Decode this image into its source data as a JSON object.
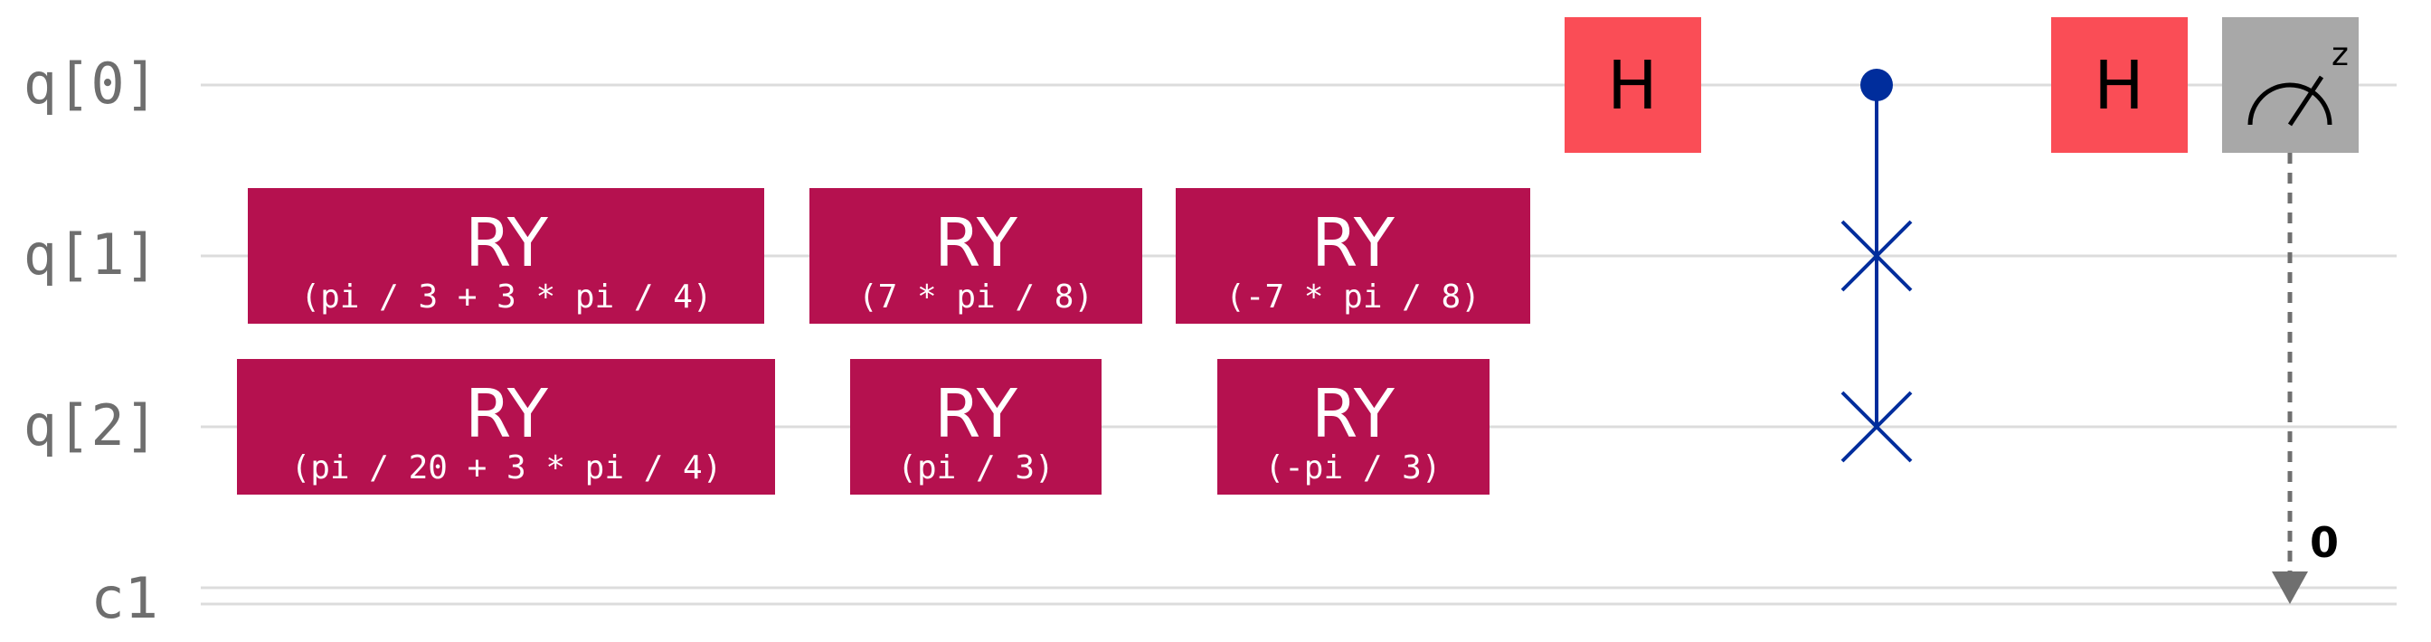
{
  "colors": {
    "background": "#ffffff",
    "wire": "#dcdcdc",
    "wire_label": "#6e6e6e",
    "ry_gate": "#b5114f",
    "h_gate": "#fa4d56",
    "control": "#002d9c",
    "measure": "#a8a8a8",
    "measure_line": "#6f6f6f"
  },
  "wires": {
    "q0": "q[0]",
    "q1": "q[1]",
    "q2": "q[2]",
    "c1": "c1"
  },
  "gates": {
    "ry_q1_a": {
      "name": "RY",
      "param": "(pi / 3 + 3 * pi / 4)"
    },
    "ry_q1_b": {
      "name": "RY",
      "param": "(7 * pi / 8)"
    },
    "ry_q1_c": {
      "name": "RY",
      "param": "(-7 * pi / 8)"
    },
    "ry_q2_a": {
      "name": "RY",
      "param": "(pi / 20 + 3 * pi / 4)"
    },
    "ry_q2_b": {
      "name": "RY",
      "param": "(pi / 3)"
    },
    "ry_q2_c": {
      "name": "RY",
      "param": "(-pi / 3)"
    },
    "h_q0_a": {
      "name": "H"
    },
    "h_q0_b": {
      "name": "H"
    },
    "measure_q0": {
      "basis": "z",
      "cbit_index": "0"
    }
  }
}
